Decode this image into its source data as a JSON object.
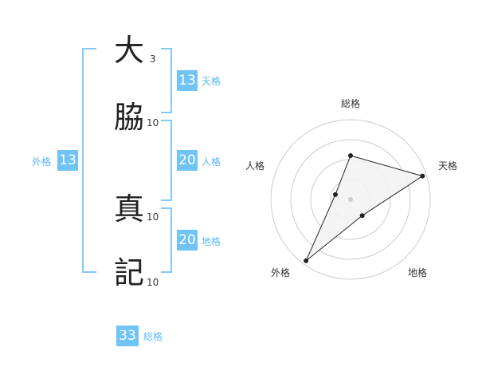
{
  "name": {
    "chars": [
      {
        "char": "大",
        "strokes": "3"
      },
      {
        "char": "脇",
        "strokes": "10"
      },
      {
        "char": "真",
        "strokes": "10"
      },
      {
        "char": "記",
        "strokes": "10"
      }
    ]
  },
  "kakusu": {
    "tenkaku": {
      "value": "13",
      "label": "天格"
    },
    "jinkaku": {
      "value": "20",
      "label": "人格"
    },
    "chikaku": {
      "value": "20",
      "label": "地格"
    },
    "gaikaku": {
      "value": "13",
      "label": "外格"
    },
    "soukaku": {
      "value": "33",
      "label": "総格"
    }
  },
  "radar": {
    "labels": {
      "soukaku": "総格",
      "tenkaku": "天格",
      "chikaku": "地格",
      "gaikaku": "外格",
      "jinkaku": "人格"
    },
    "levels": 4,
    "scores": {
      "soukaku": 0.55,
      "tenkaku": 0.95,
      "chikaku": 0.25,
      "gaikaku": 0.95,
      "jinkaku": 0.2
    },
    "colors": {
      "ring": "#cccccc",
      "fill": "#f2f2f2",
      "line": "#222222",
      "center": "#cccccc"
    }
  }
}
